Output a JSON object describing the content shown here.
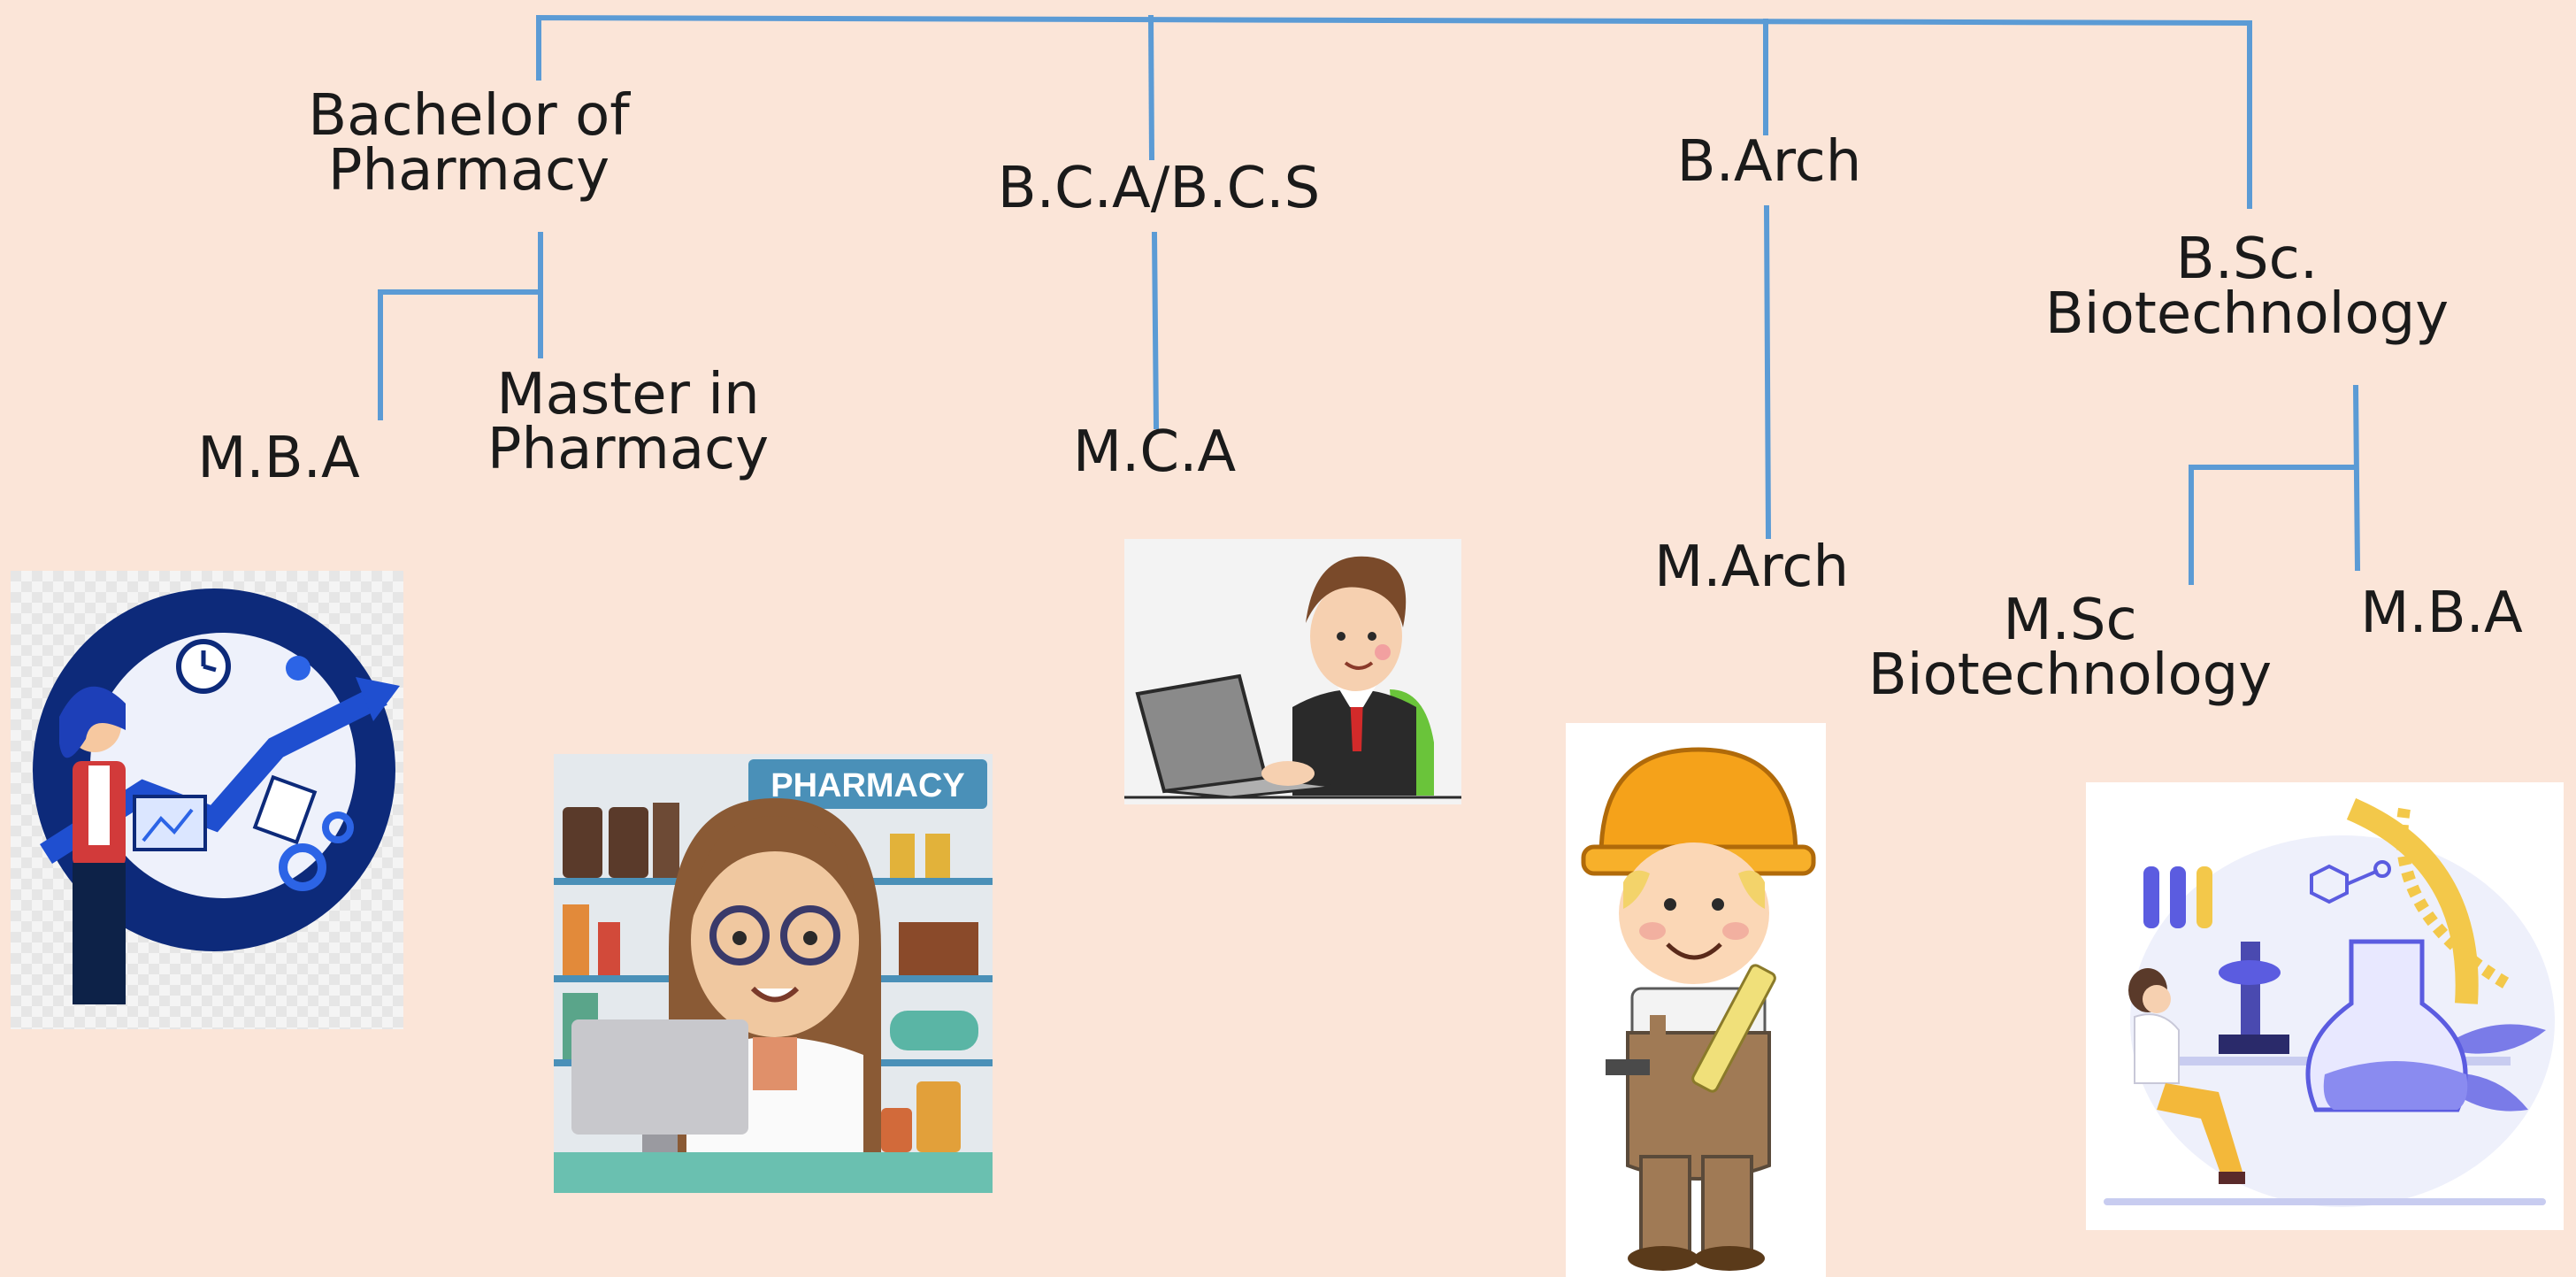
{
  "colors": {
    "background": "#fbe5d8",
    "connector": "#5b9bd5",
    "text": "#1a1a1a"
  },
  "degrees": [
    {
      "name_line1": "Bachelor of",
      "name_line2": "Pharmacy",
      "options": [
        {
          "line1": "M.B.A"
        },
        {
          "line1": "Master in",
          "line2": "Pharmacy"
        }
      ],
      "illustrations": [
        "business-management-icon",
        "pharmacist-illustration"
      ]
    },
    {
      "name_line1": "B.C.A/B.C.S",
      "options": [
        {
          "line1": "M.C.A"
        }
      ],
      "illustrations": [
        "programmer-at-laptop-illustration"
      ]
    },
    {
      "name_line1": "B.Arch",
      "options": [
        {
          "line1": "M.Arch"
        }
      ],
      "illustrations": [
        "architect-engineer-illustration"
      ]
    },
    {
      "name_line1": "B.Sc.",
      "name_line2": "Biotechnology",
      "options": [
        {
          "line1": "M.Sc",
          "line2": "Biotechnology"
        },
        {
          "line1": "M.B.A"
        }
      ],
      "illustrations": [
        "biotech-laboratory-illustration"
      ]
    }
  ],
  "pharmacy_sign": "PHARMACY"
}
